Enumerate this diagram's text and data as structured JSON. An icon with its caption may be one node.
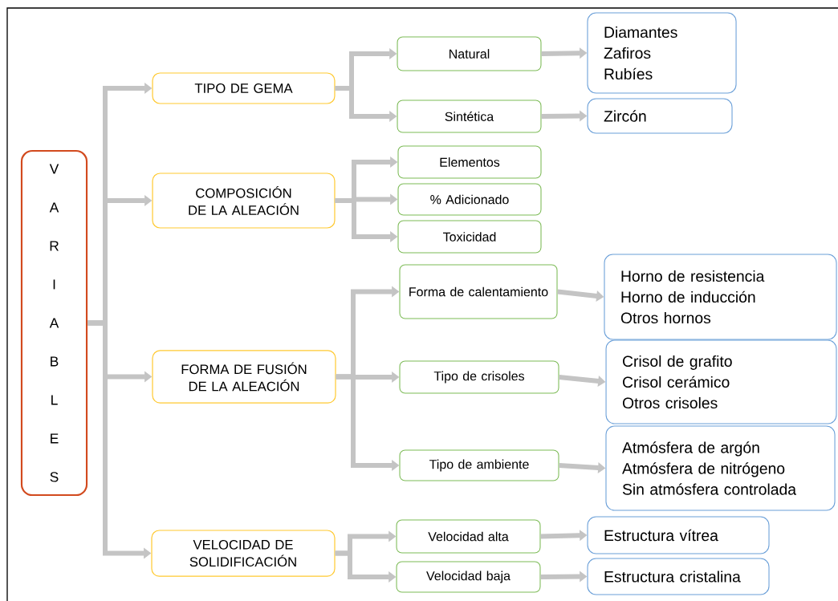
{
  "diagram": {
    "nodes": [
      {
        "text": [
          "V A R I A B L E S"
        ]
      },
      {
        "text": [
          "TIPO DE GEMA"
        ]
      },
      {
        "text": [
          "COMPOSICIÓN DE LA ALEACIÓN"
        ]
      },
      {
        "text": [
          "FORMA DE FUSIÓN DE LA ALEACIÓN"
        ]
      },
      {
        "text": [
          "VELOCIDAD DE SOLIDIFICACIÓN"
        ]
      },
      {
        "text": [
          "Natural"
        ]
      },
      {
        "text": [
          "Sintética"
        ]
      },
      {
        "text": [
          "Elementos"
        ]
      },
      {
        "text": [
          "% Adicionado"
        ]
      },
      {
        "text": [
          "Toxicidad"
        ]
      },
      {
        "text": [
          "Forma de calentamiento"
        ]
      },
      {
        "text": [
          "Tipo de crisoles"
        ]
      },
      {
        "text": [
          "Tipo de ambiente"
        ]
      },
      {
        "text": [
          "Velocidad alta"
        ]
      },
      {
        "text": [
          "Velocidad baja"
        ]
      },
      {
        "text": [
          "Diamantes",
          "Zafiros",
          "Rubíes"
        ]
      },
      {
        "text": [
          "Zircón"
        ]
      },
      {
        "text": [
          "Horno de resistencia",
          "Horno de inducción",
          "Otros hornos"
        ]
      },
      {
        "text": [
          "Crisol de grafito",
          "Crisol cerámico",
          "Otros crisoles"
        ]
      },
      {
        "text": [
          "Atmósfera de argón",
          "Atmósfera de nitrógeno",
          "Sin atmósfera controlada"
        ]
      },
      {
        "text": [
          "Estructura vítrea"
        ]
      },
      {
        "text": [
          "Estructura cristalina"
        ]
      }
    ],
    "edges": [
      {
        "from": 0,
        "to": 1,
        "arrow": "to"
      },
      {
        "from": 0,
        "to": 2,
        "arrow": "to"
      },
      {
        "from": 0,
        "to": 3,
        "arrow": "to"
      },
      {
        "from": 0,
        "to": 4,
        "arrow": "to"
      },
      {
        "from": 1,
        "to": 5,
        "arrow": "to"
      },
      {
        "from": 1,
        "to": 6,
        "arrow": "to"
      },
      {
        "from": 2,
        "to": 7,
        "arrow": "to"
      },
      {
        "from": 2,
        "to": 8,
        "arrow": "to"
      },
      {
        "from": 2,
        "to": 9,
        "arrow": "to"
      },
      {
        "from": 3,
        "to": 10,
        "arrow": "to"
      },
      {
        "from": 3,
        "to": 11,
        "arrow": "to"
      },
      {
        "from": 3,
        "to": 12,
        "arrow": "to"
      },
      {
        "from": 4,
        "to": 13,
        "arrow": "to"
      },
      {
        "from": 4,
        "to": 14,
        "arrow": "to"
      },
      {
        "from": 5,
        "to": 15,
        "arrow": "to"
      },
      {
        "from": 6,
        "to": 16,
        "arrow": "to"
      },
      {
        "from": 10,
        "to": 17,
        "arrow": "to"
      },
      {
        "from": 11,
        "to": 18,
        "arrow": "to"
      },
      {
        "from": 12,
        "to": 19,
        "arrow": "to"
      },
      {
        "from": 13,
        "to": 20,
        "arrow": "to"
      },
      {
        "from": 14,
        "to": 21,
        "arrow": "to"
      }
    ]
  }
}
